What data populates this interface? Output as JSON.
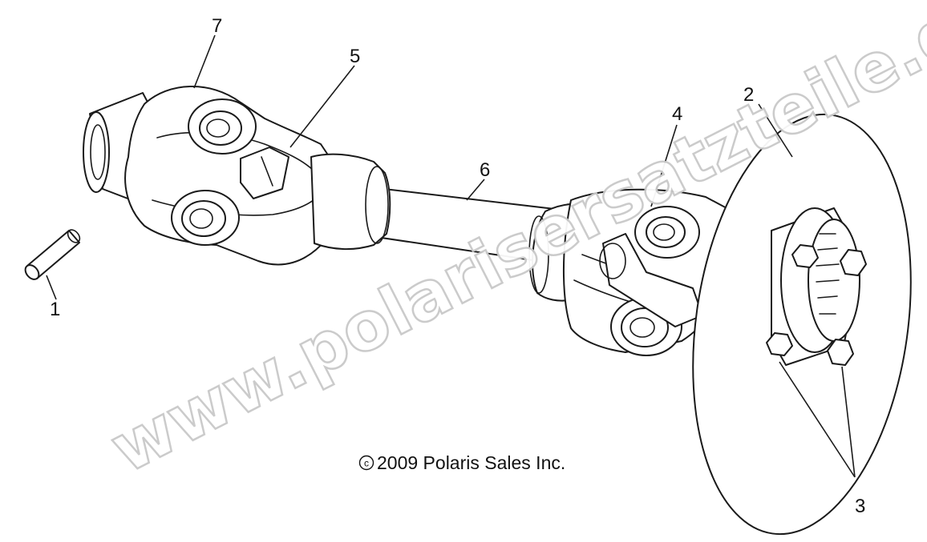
{
  "callouts": {
    "c1": "1",
    "c2": "2",
    "c3": "3",
    "c4": "4",
    "c5": "5",
    "c6": "6",
    "c7": "7"
  },
  "copyright": "2009 Polaris Sales Inc.",
  "copyright_symbol": "c",
  "watermark": "www.polarisersatzteile.de",
  "colors": {
    "line": "#1a1a1a",
    "watermark_outline": "#c9c9c9",
    "background": "#ffffff"
  }
}
